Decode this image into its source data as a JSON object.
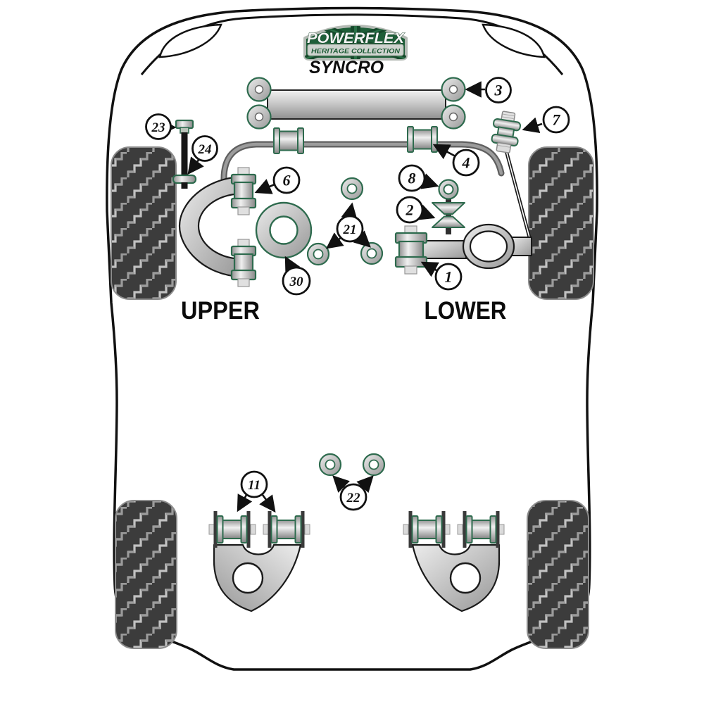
{
  "header": {
    "brand": "POWERFLEX",
    "collection": "HERITAGE COLLECTION",
    "model": "SYNCRO"
  },
  "section_labels": {
    "upper": "UPPER",
    "lower": "LOWER"
  },
  "callouts": {
    "c1": "1",
    "c2": "2",
    "c3": "3",
    "c4": "4",
    "c6": "6",
    "c7": "7",
    "c8": "8",
    "c11": "11",
    "c21": "21",
    "c22": "22",
    "c23": "23",
    "c24": "24",
    "c30": "30"
  },
  "colors": {
    "part_outline_green": "#2e6b4e",
    "logo_green": "#1e5e38",
    "tire_tread": "#3c3c3c",
    "callout_ink": "#111111"
  }
}
